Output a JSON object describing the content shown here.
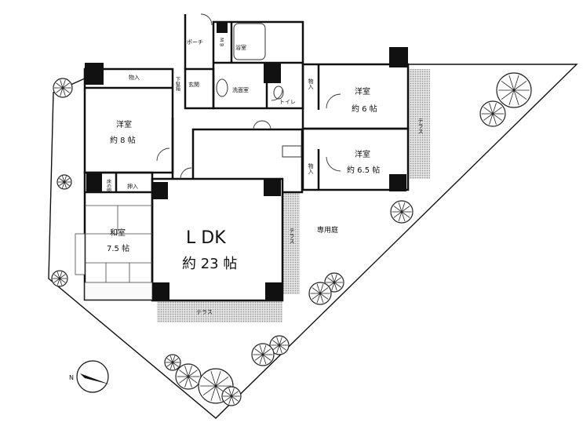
{
  "rooms": {
    "ldk_name": "L DK",
    "ldk_size": "約 23 帖",
    "western8_name": "洋室",
    "western8_size": "約 8 帖",
    "western6_name": "洋室",
    "western6_size": "約 6 帖",
    "western65_name": "洋室",
    "western65_size": "約 6.5 帖",
    "japanese_name": "和室",
    "japanese_size": "7.5 帖"
  },
  "labels": {
    "storage": "物入",
    "porch": "ポーチ",
    "entrance": "玄関",
    "bath": "浴室",
    "washroom": "洗面室",
    "toilet": "トイレ",
    "terrace": "テラス",
    "private_garden": "専用庭",
    "closet": "押入",
    "tokonoma": "床の間",
    "mb": "M B",
    "shoe_closet": "下駄箱",
    "compass_north": "N"
  },
  "colors": {
    "wall": "#111111",
    "terrace_fill": "#c8c8c8",
    "tree": "#222222"
  }
}
